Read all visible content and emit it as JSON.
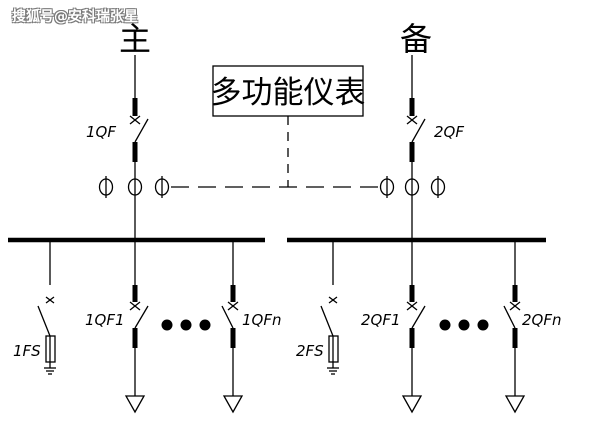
{
  "watermark": "搜狐号@安科瑞张星",
  "sources": {
    "main": "主",
    "backup": "备"
  },
  "meter_box": "多功能仪表",
  "breakers": {
    "main_incoming": "1QF",
    "backup_incoming": "2QF",
    "left_feeder_1": "1QF1",
    "left_feeder_n": "1QFn",
    "right_feeder_1": "2QF1",
    "right_feeder_n": "2QFn"
  },
  "fuses": {
    "left": "1FS",
    "right": "2FS"
  },
  "colors": {
    "line": "#000000",
    "background": "#ffffff"
  }
}
